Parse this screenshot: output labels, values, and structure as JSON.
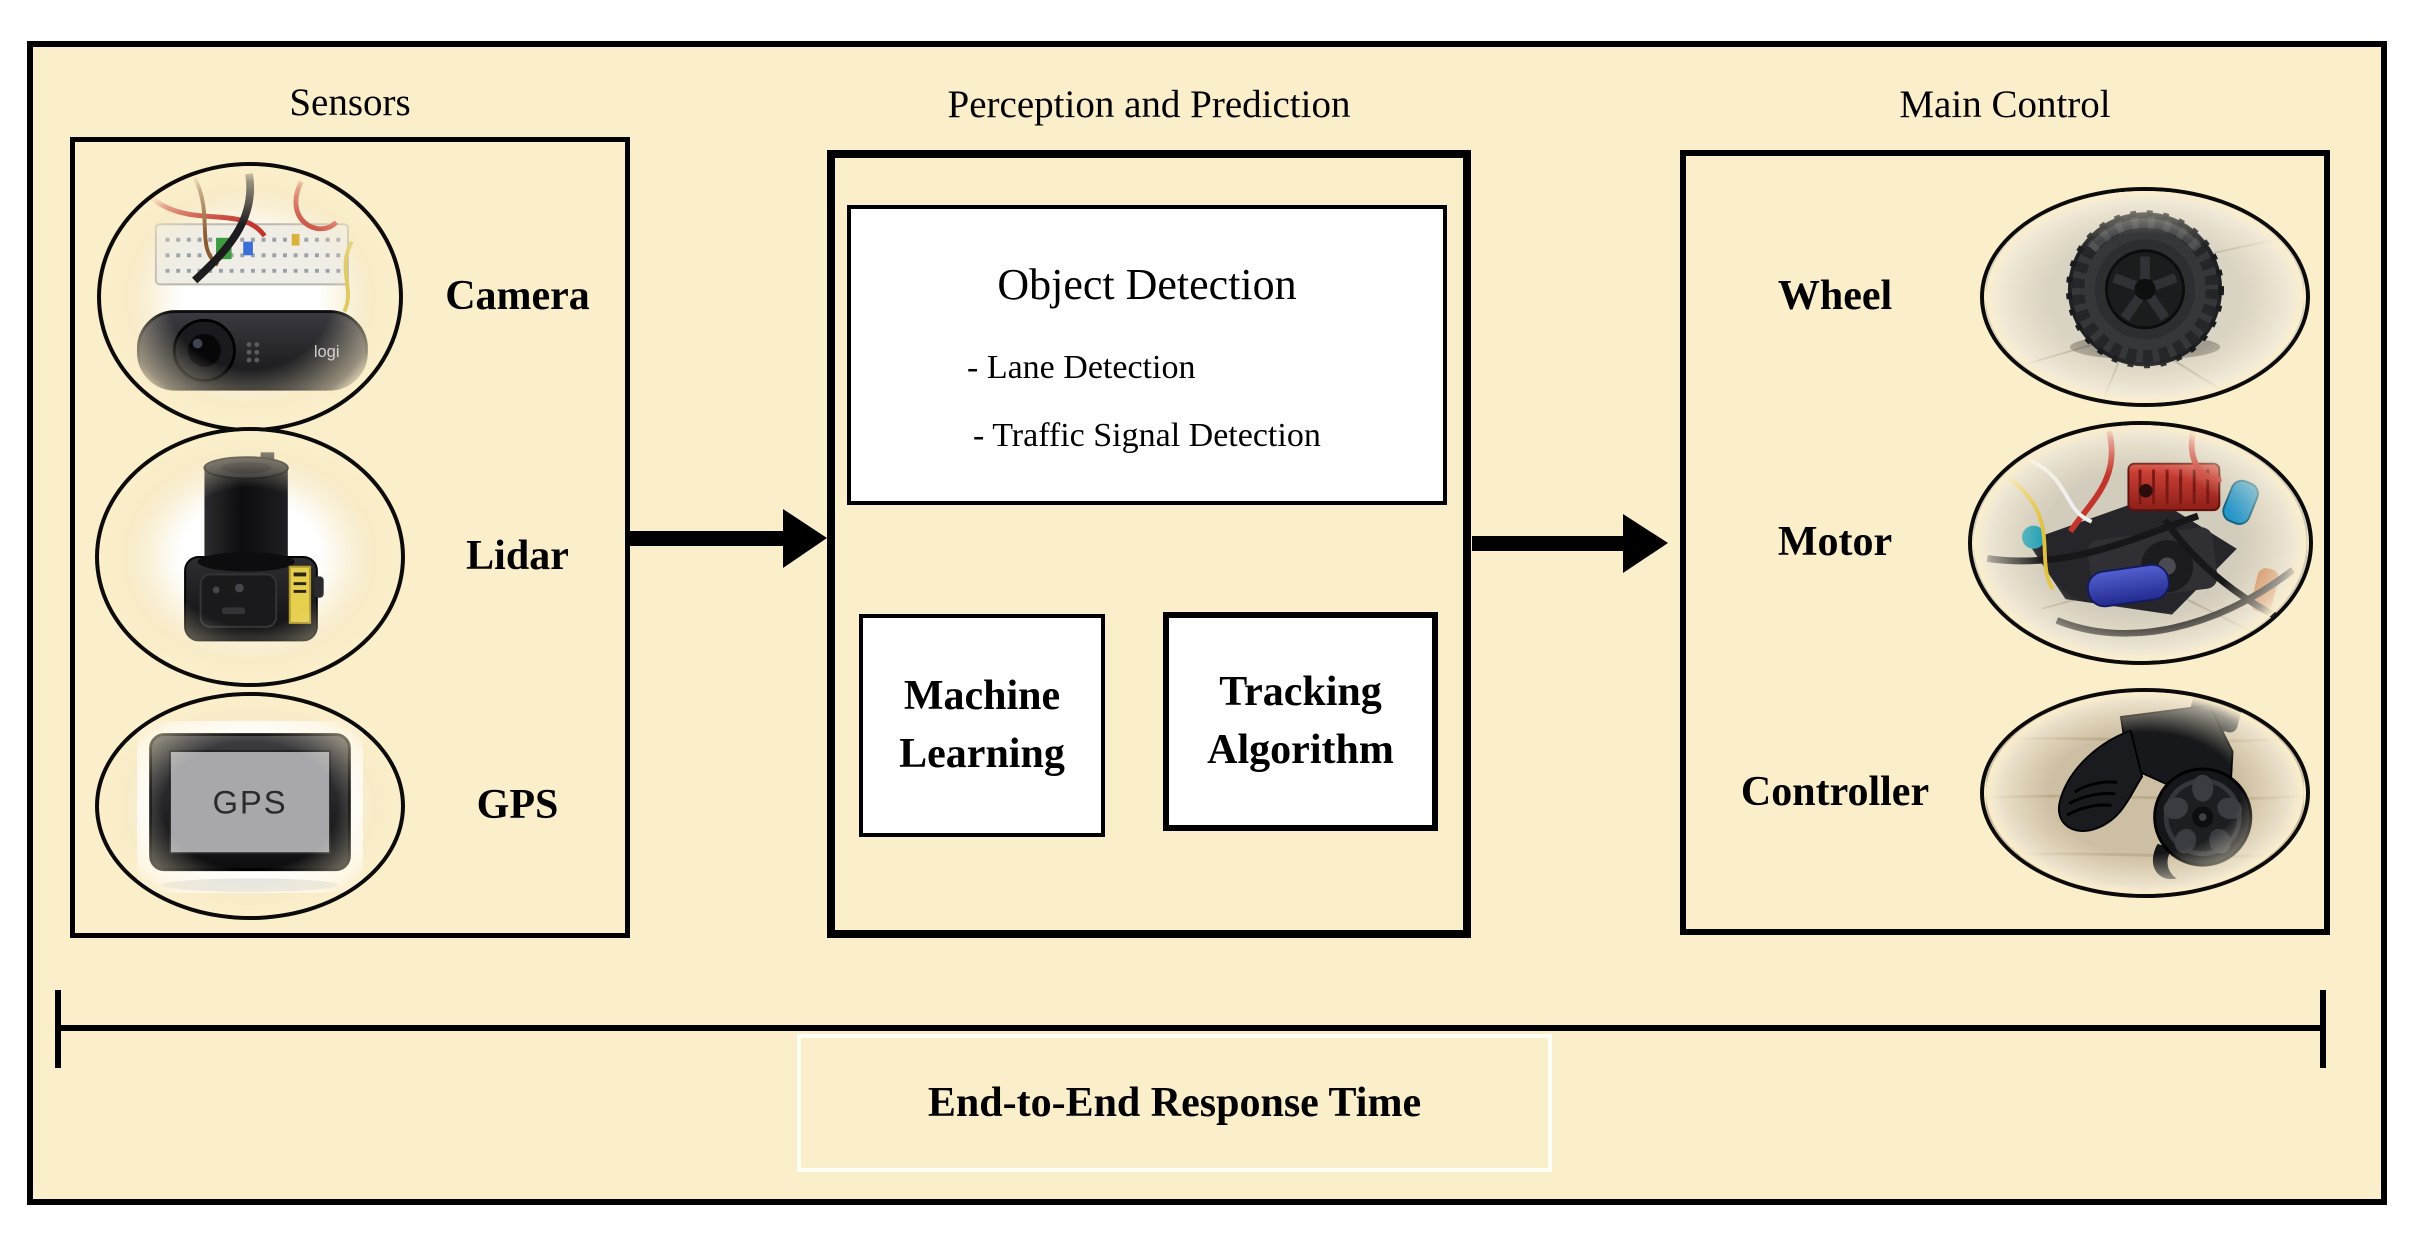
{
  "titles": {
    "sensors": "Sensors",
    "perception": "Perception and Prediction",
    "main_control": "Main Control"
  },
  "sensors": {
    "items": [
      {
        "label": "Camera"
      },
      {
        "label": "Lidar"
      },
      {
        "label": "GPS"
      }
    ]
  },
  "camera_logo": "logi",
  "gps_screen": "GPS",
  "perception": {
    "object_detection": {
      "heading": "Object Detection",
      "bullets": [
        {
          "text": "- Lane Detection"
        },
        {
          "text": "- Traffic Signal Detection"
        }
      ]
    },
    "machine_learning": "Machine Learning",
    "tracking_algorithm": "Tracking Algorithm"
  },
  "main_control": {
    "items": [
      {
        "label": "Wheel"
      },
      {
        "label": "Motor"
      },
      {
        "label": "Controller"
      }
    ]
  },
  "footer": {
    "response_time": "End-to-End Response Time"
  },
  "colors": {
    "background": "#FBEECB",
    "border": "#000000",
    "box_fill": "#FFFFFF",
    "footer_border": "#FFFEF4"
  }
}
